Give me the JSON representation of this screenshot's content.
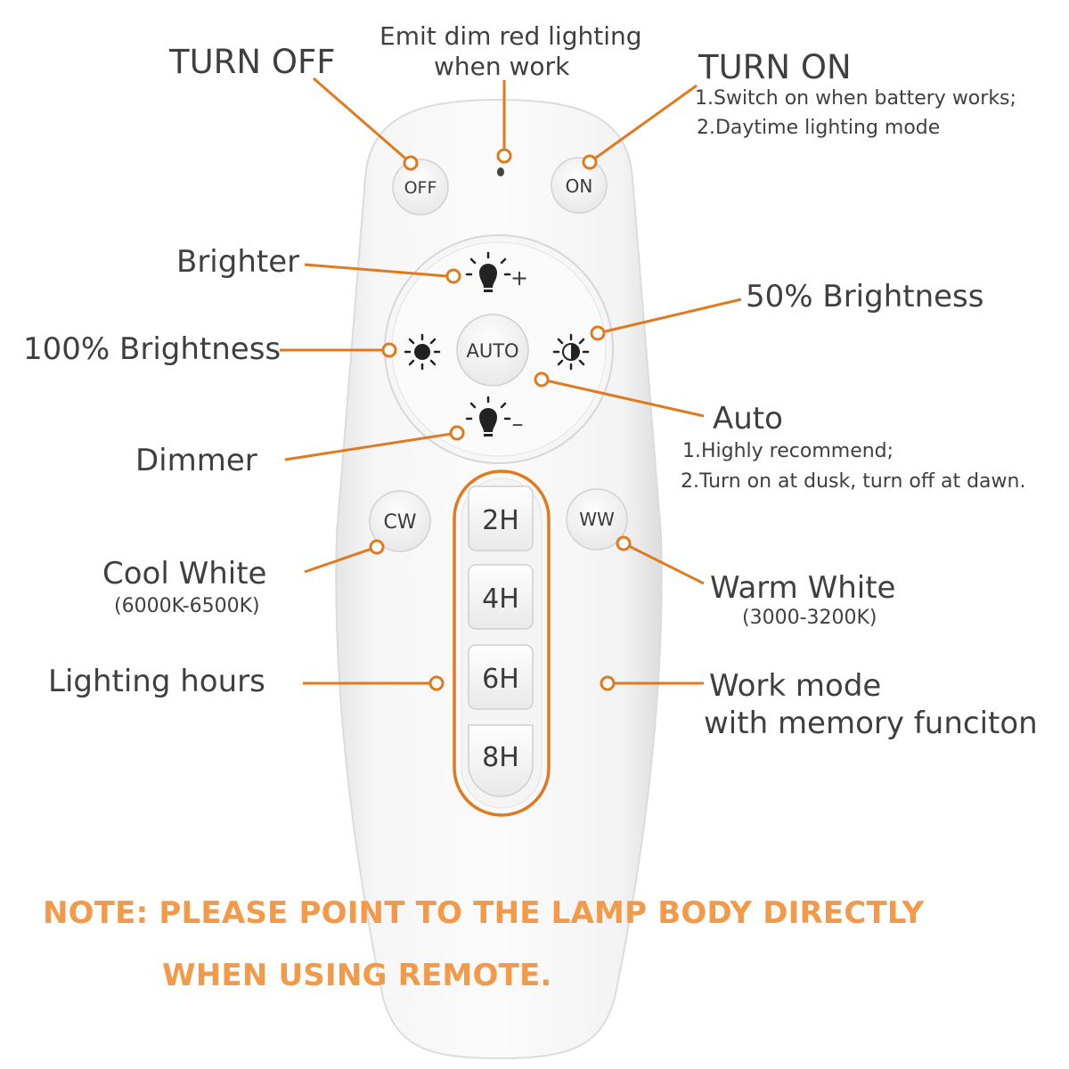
{
  "colors": {
    "accent": "#e07a1f",
    "note": "#f39a4a",
    "remote_body": "#f2f2f2",
    "button": "#f3f3f3"
  },
  "labels": {
    "turn_off": "TURN OFF",
    "emit": [
      "Emit dim red lighting",
      "when work"
    ],
    "turn_on": "TURN ON",
    "turn_on_lines": [
      "1.Switch on when battery works;",
      "2.Daytime lighting mode"
    ],
    "brighter": "Brighter",
    "fifty": "50% Brightness",
    "hundred": "100% Brightness",
    "auto": "Auto",
    "auto_lines": [
      "1.Highly recommend;",
      "2.Turn on at dusk, turn off at dawn."
    ],
    "dimmer": "Dimmer",
    "cool_white": "Cool White",
    "cool_range": "(6000K-6500K)",
    "warm_white": "Warm White",
    "warm_range": "(3000-3200K)",
    "lighting_hours": "Lighting hours",
    "work_mode": [
      "Work mode",
      "with memory funciton"
    ]
  },
  "buttons": {
    "off": "OFF",
    "on": "ON",
    "auto": "AUTO",
    "cw": "CW",
    "ww": "WW",
    "hours": [
      "2H",
      "4H",
      "6H",
      "8H"
    ],
    "plus": "+",
    "minus": "–"
  },
  "icons": [
    "bulb-plus-icon",
    "sun-full-icon",
    "sun-half-icon",
    "bulb-minus-icon"
  ],
  "note": [
    "NOTE: PLEASE POINT TO THE LAMP BODY DIRECTLY",
    "WHEN USING REMOTE."
  ]
}
